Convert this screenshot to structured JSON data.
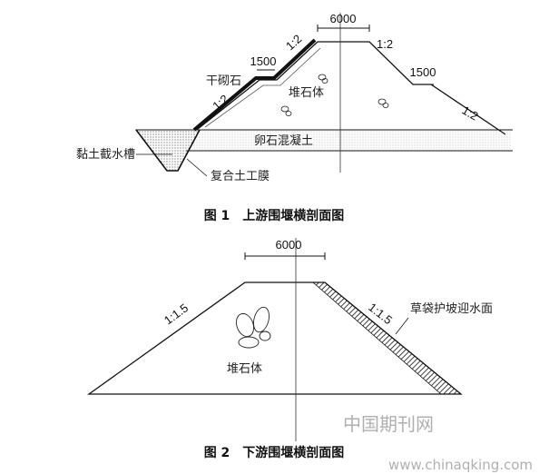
{
  "figure1": {
    "top_width": "6000",
    "berm_left": "1500",
    "berm_right": "1500",
    "slopes": [
      "1:2",
      "1:2",
      "1:2",
      "1:2"
    ],
    "label_riprap": "干砌石",
    "label_rockfill": "堆石体",
    "label_clay_trench": "黏土截水槽",
    "label_concrete": "卵石混凝土",
    "label_membrane": "复合土工膜",
    "caption": "图 1　上游围堰横剖面图"
  },
  "figure2": {
    "top_width": "6000",
    "slope_left": "1:1.5",
    "slope_right": "1:1.5",
    "label_rockfill": "堆石体",
    "label_sandbag": "草袋护坡迎水面",
    "caption": "图 2　下游围堰横剖面图"
  },
  "watermark": {
    "cn": "中国期刊网",
    "url": "www.chinaqking.com"
  }
}
